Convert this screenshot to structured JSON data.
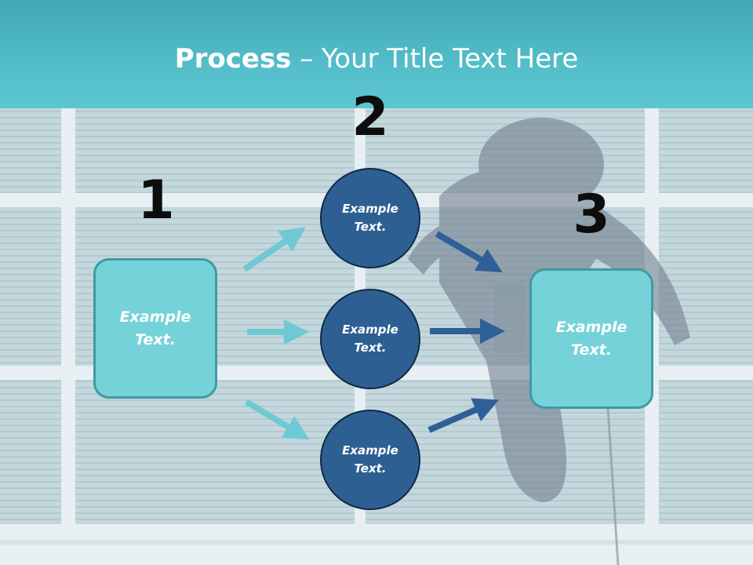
{
  "title": {
    "bold": "Process",
    "rest": " – Your Title Text Here"
  },
  "steps": {
    "one": {
      "number": "1",
      "label": "Example\nText."
    },
    "two": {
      "number": "2",
      "labels": [
        "Example\nText.",
        "Example\nText.",
        "Example\nText."
      ]
    },
    "three": {
      "number": "3",
      "label": "Example\nText."
    }
  },
  "colors": {
    "title_bar": "#53bec9",
    "light_box": "#76d2d9",
    "circle": "#2d5f92",
    "light_arrow": "#6fc9d3",
    "dark_arrow": "#2f5f97"
  }
}
